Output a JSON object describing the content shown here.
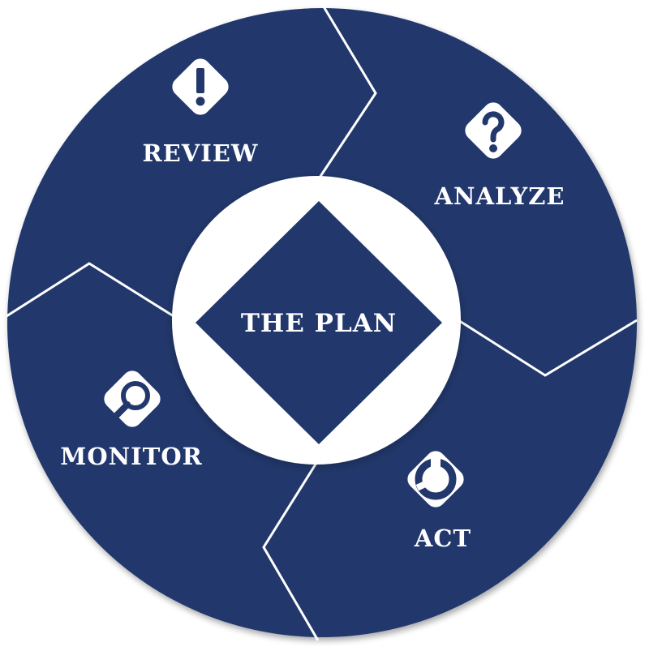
{
  "diagram": {
    "center": {
      "label": "THE PLAN"
    },
    "segments": [
      {
        "label": "REVIEW",
        "icon": "exclamation-icon"
      },
      {
        "label": "ANALYZE",
        "icon": "question-icon"
      },
      {
        "label": "ACT",
        "icon": "wrench-icon"
      },
      {
        "label": "MONITOR",
        "icon": "magnifier-icon"
      }
    ]
  },
  "colors": {
    "primary": "#22386c",
    "ring_white": "#ffffff",
    "divider": "#ffffff",
    "text": "#ffffff"
  }
}
